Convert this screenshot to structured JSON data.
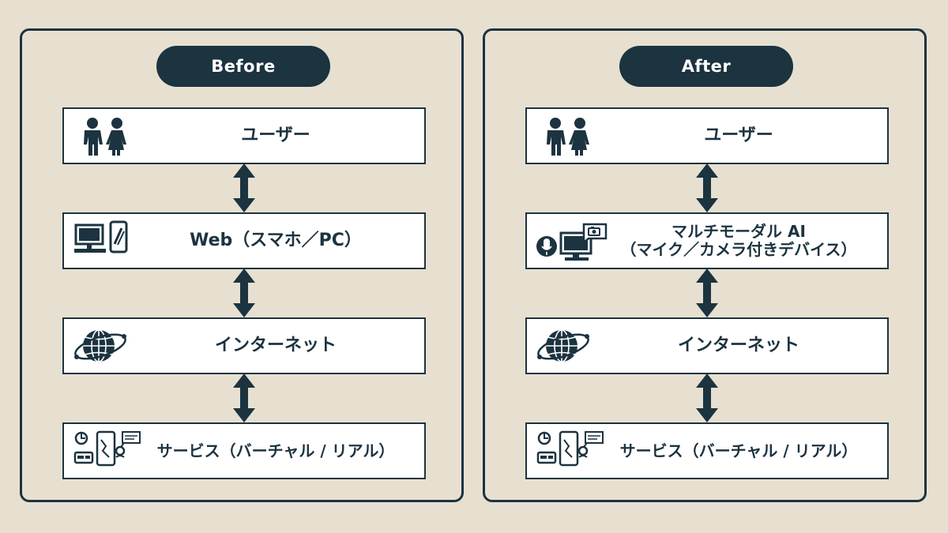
{
  "before": {
    "title": "Before",
    "boxes": [
      {
        "label": "ユーザー",
        "icon": "users-icon"
      },
      {
        "label": "Web（スマホ／PC）",
        "icon": "pc-smartphone-icon"
      },
      {
        "label": "インターネット",
        "icon": "globe-icon"
      },
      {
        "label": "サービス（バーチャル / リアル）",
        "icon": "services-icon"
      }
    ]
  },
  "after": {
    "title": "After",
    "boxes": [
      {
        "label": "ユーザー",
        "icon": "users-icon"
      },
      {
        "label_line1": "マルチモーダル AI",
        "label_line2": "（マイク／カメラ付きデバイス）",
        "icon": "multimodal-device-icon"
      },
      {
        "label": "インターネット",
        "icon": "globe-icon"
      },
      {
        "label": "サービス（バーチャル / リアル）",
        "icon": "services-icon"
      }
    ]
  },
  "colors": {
    "dark": "#1c3340",
    "background": "#e7e0d0",
    "box": "#ffffff"
  }
}
